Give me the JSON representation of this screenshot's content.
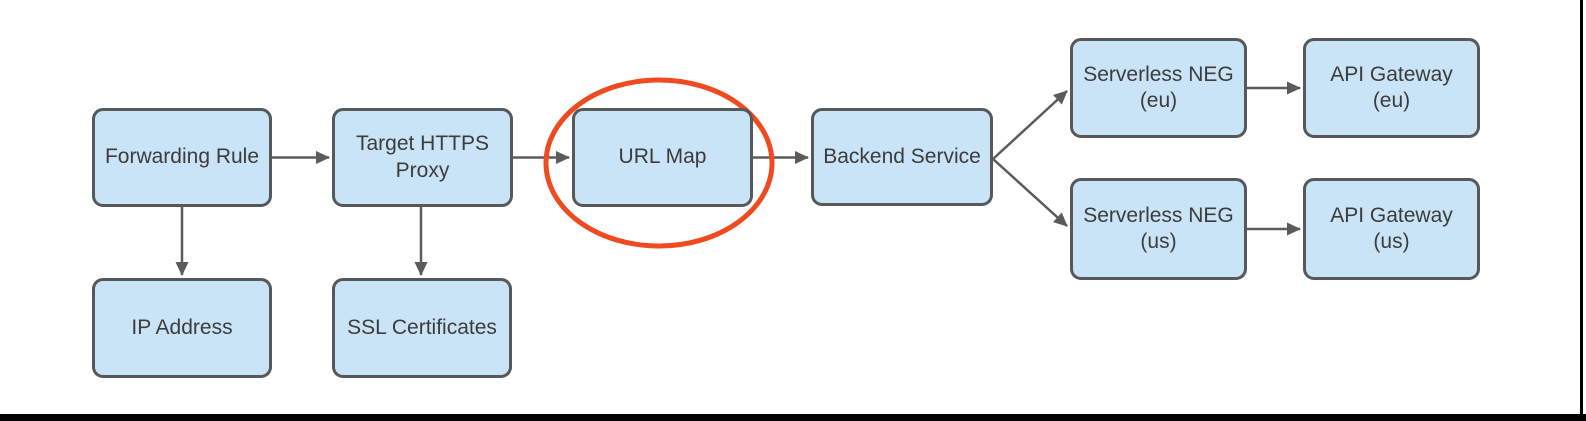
{
  "diagram": {
    "nodes": [
      {
        "id": "forwarding-rule",
        "label": "Forwarding Rule"
      },
      {
        "id": "target-https-proxy",
        "label": "Target HTTPS Proxy"
      },
      {
        "id": "url-map",
        "label": "URL Map",
        "highlighted": true
      },
      {
        "id": "backend-service",
        "label": "Backend Service"
      },
      {
        "id": "serverless-neg-eu",
        "label": "Serverless NEG (eu)"
      },
      {
        "id": "api-gateway-eu",
        "label": "API Gateway (eu)"
      },
      {
        "id": "serverless-neg-us",
        "label": "Serverless NEG (us)"
      },
      {
        "id": "api-gateway-us",
        "label": "API Gateway (us)"
      },
      {
        "id": "ip-address",
        "label": "IP Address"
      },
      {
        "id": "ssl-certificates",
        "label": "SSL Certificates"
      }
    ],
    "edges": [
      {
        "from": "forwarding-rule",
        "to": "target-https-proxy"
      },
      {
        "from": "target-https-proxy",
        "to": "url-map"
      },
      {
        "from": "url-map",
        "to": "backend-service"
      },
      {
        "from": "backend-service",
        "to": "serverless-neg-eu"
      },
      {
        "from": "backend-service",
        "to": "serverless-neg-us"
      },
      {
        "from": "serverless-neg-eu",
        "to": "api-gateway-eu"
      },
      {
        "from": "serverless-neg-us",
        "to": "api-gateway-us"
      },
      {
        "from": "forwarding-rule",
        "to": "ip-address"
      },
      {
        "from": "target-https-proxy",
        "to": "ssl-certificates"
      }
    ],
    "annotation": {
      "type": "ellipse",
      "around": "url-map",
      "color": "#f04a21"
    },
    "colors": {
      "node_fill": "#c8e4f6",
      "node_border": "#57585a",
      "arrow": "#5b5b5c",
      "text": "#3c3c3c",
      "highlight": "#f04a21",
      "frame": "#000000",
      "background": "#ffffff"
    }
  }
}
